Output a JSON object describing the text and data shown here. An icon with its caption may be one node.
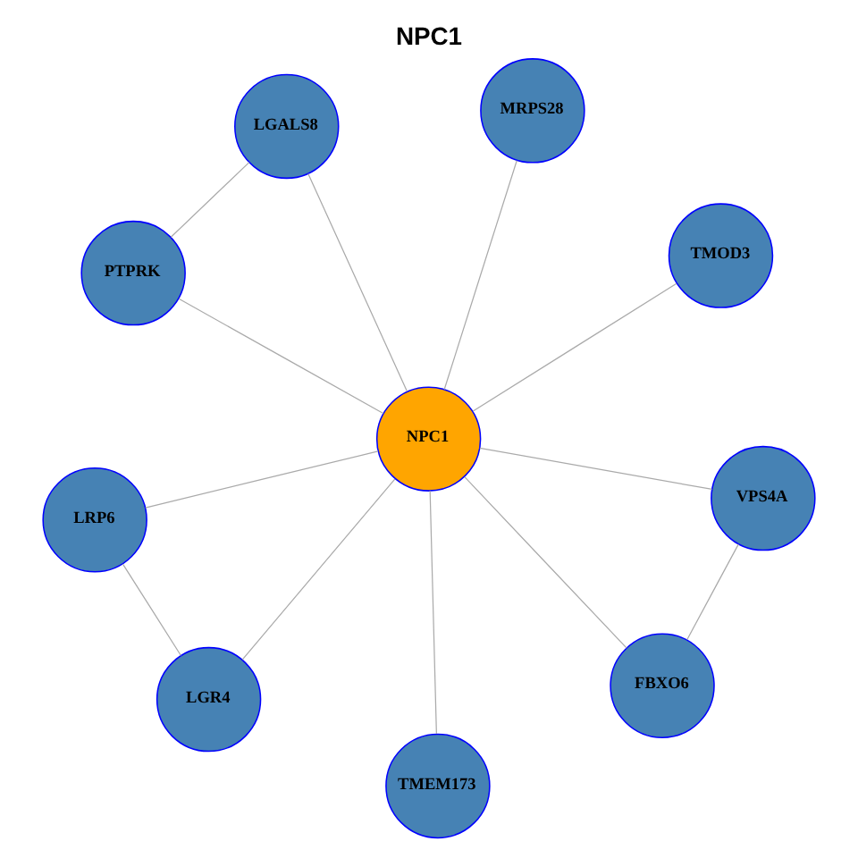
{
  "diagram": {
    "title": "NPC1",
    "nodes": [
      {
        "text": [
          "LRP6"
        ]
      },
      {
        "text": [
          "TMOD3"
        ]
      },
      {
        "text": [
          "LGR4"
        ]
      },
      {
        "text": [
          "LGALS8"
        ]
      },
      {
        "text": [
          "MRPS28"
        ]
      },
      {
        "text": [
          "NPC1"
        ]
      },
      {
        "text": [
          "PTPRK"
        ]
      },
      {
        "text": [
          "VPS4A"
        ]
      },
      {
        "text": [
          "TMEM173"
        ]
      },
      {
        "text": [
          "FBXO6"
        ]
      }
    ],
    "edges": [
      {
        "from": 5,
        "to": 0,
        "arrow": "none"
      },
      {
        "from": 5,
        "to": 1,
        "arrow": "none"
      },
      {
        "from": 5,
        "to": 2,
        "arrow": "none"
      },
      {
        "from": 5,
        "to": 3,
        "arrow": "none"
      },
      {
        "from": 5,
        "to": 4,
        "arrow": "none"
      },
      {
        "from": 5,
        "to": 6,
        "arrow": "none"
      },
      {
        "from": 5,
        "to": 7,
        "arrow": "none"
      },
      {
        "from": 5,
        "to": 8,
        "arrow": "none"
      },
      {
        "from": 5,
        "to": 9,
        "arrow": "none"
      },
      {
        "from": 2,
        "to": 0,
        "arrow": "none"
      },
      {
        "from": 3,
        "to": 6,
        "arrow": "none"
      },
      {
        "from": 7,
        "to": 9,
        "arrow": "none"
      }
    ]
  }
}
